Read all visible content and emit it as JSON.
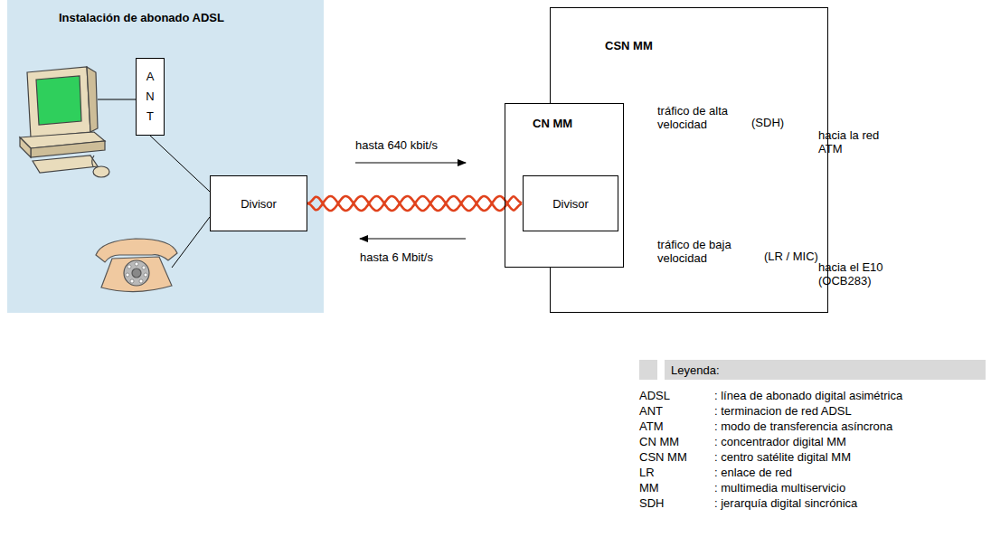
{
  "diagram": {
    "nodes": [
      {
        "text": [
          "Instalación de abonado ADSL"
        ]
      },
      {
        "text": [
          "A N T"
        ],
        "in": 0
      },
      {
        "text": [
          "Divisor"
        ],
        "in": 0
      },
      {
        "text": [
          "CSN MM"
        ]
      },
      {
        "text": [
          "CN MM"
        ],
        "in": 3
      },
      {
        "text": [
          "Divisor"
        ],
        "in": 4
      }
    ],
    "edges": [
      {
        "from": 1,
        "to": 2,
        "arrow": "none"
      },
      {
        "from": 2,
        "to": 5,
        "arrow": "none"
      }
    ],
    "labels": [
      "hasta 640 kbit/s",
      "hasta 6 Mbit/s",
      "tráfico de alta velocidad",
      "(SDH)",
      "hacia la red ATM",
      "tráfico de baja velocidad",
      "(LR / MIC)",
      "hacia el E10 (OCB283)",
      "Leyenda:",
      "ADSL",
      ": línea de abonado digital asimétrica",
      "ANT",
      ": terminacion de red ADSL",
      "ATM",
      ": modo de transferencia asíncrona",
      "CN MM",
      ": concentrador digital MM",
      "CSN MM",
      ": centro satélite digital MM",
      "LR",
      ": enlace de red",
      "MM",
      ": multimedia multiservicio",
      "SDH",
      ": jerarquía digital sincrónica"
    ]
  }
}
